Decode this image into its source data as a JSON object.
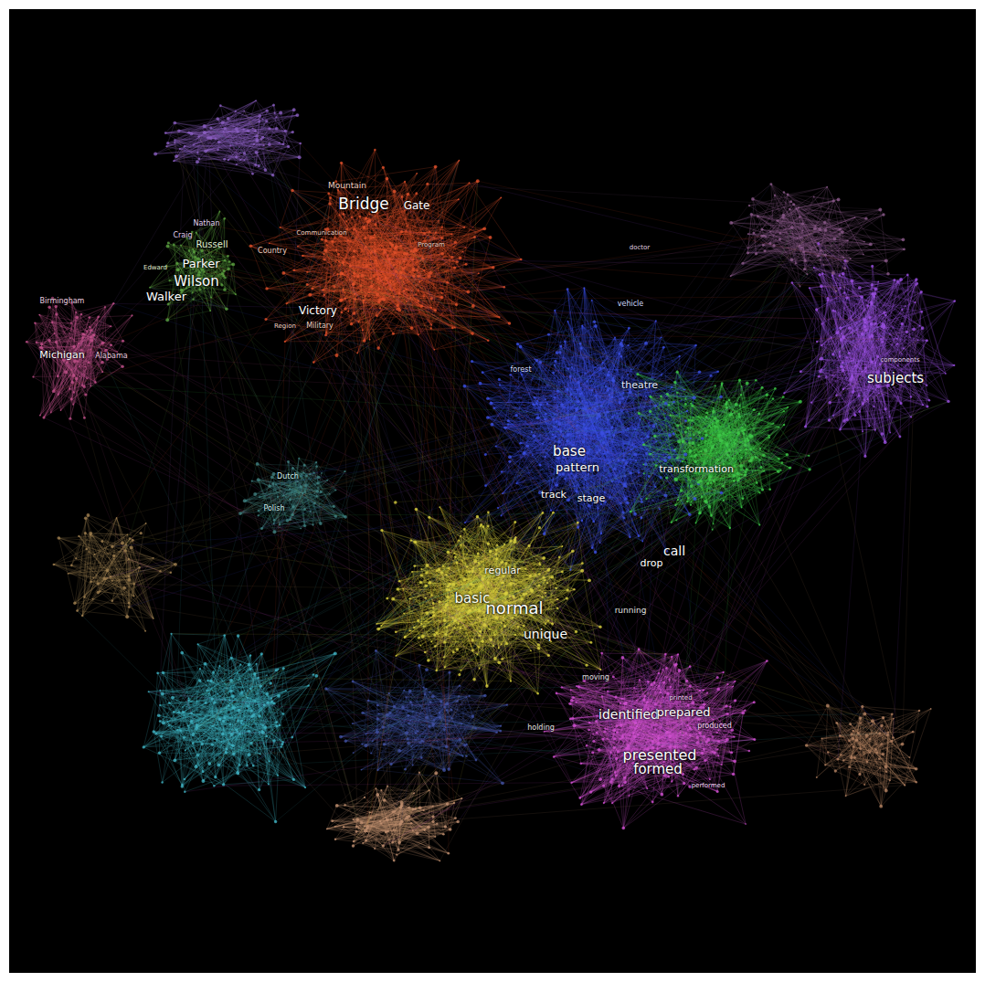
{
  "diagram": {
    "labels": [
      "Bridge",
      "Gate",
      "Mountain",
      "Communication",
      "Program",
      "Victory",
      "Military",
      "Region",
      "Country",
      "Parker",
      "Russell",
      "Wilson",
      "Walker",
      "Nathan",
      "Craig",
      "Edward",
      "Birmingham",
      "Michigan",
      "Alabama",
      "subjects",
      "components",
      "vehicle",
      "forest",
      "theatre",
      "base",
      "pattern",
      "transformation",
      "track",
      "stage",
      "call",
      "drop",
      "regular",
      "basic",
      "normal",
      "unique",
      "running",
      "identified",
      "prepared",
      "presented",
      "formed",
      "produced",
      "performed",
      "holding",
      "doctor",
      "Dutch",
      "Polish",
      "moving",
      "printed"
    ]
  }
}
